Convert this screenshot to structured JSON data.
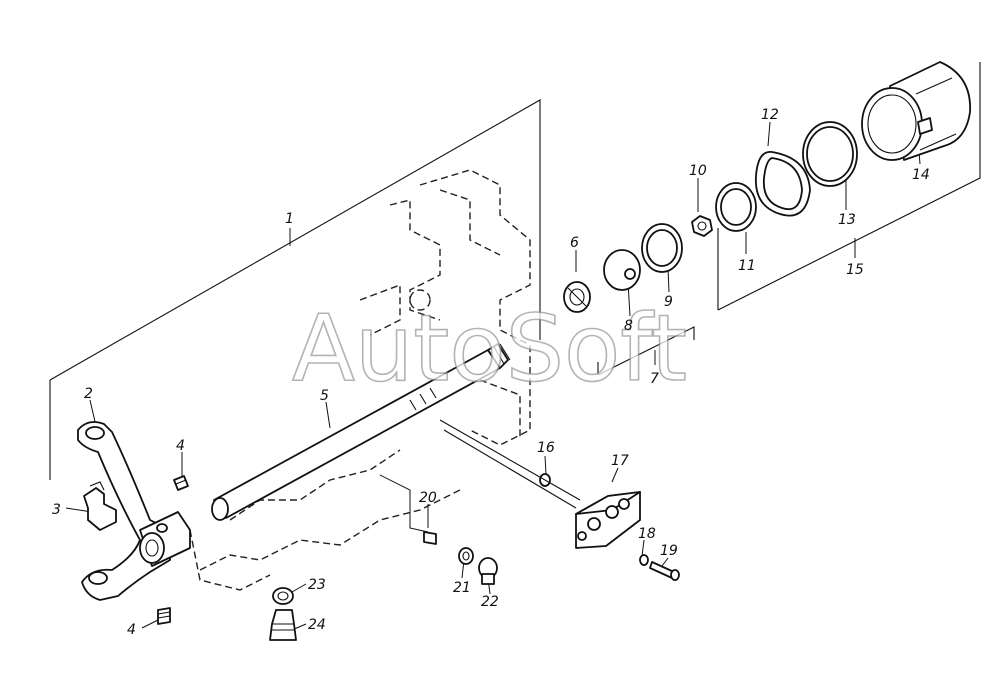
{
  "watermark": "AutoSoft",
  "callouts": [
    {
      "id": "c1",
      "text": "1"
    },
    {
      "id": "c2",
      "text": "2"
    },
    {
      "id": "c3",
      "text": "3"
    },
    {
      "id": "c4a",
      "text": "4"
    },
    {
      "id": "c4b",
      "text": "4"
    },
    {
      "id": "c5",
      "text": "5"
    },
    {
      "id": "c6",
      "text": "6"
    },
    {
      "id": "c7",
      "text": "7"
    },
    {
      "id": "c8",
      "text": "8"
    },
    {
      "id": "c9",
      "text": "9"
    },
    {
      "id": "c10",
      "text": "10"
    },
    {
      "id": "c11",
      "text": "11"
    },
    {
      "id": "c12",
      "text": "12"
    },
    {
      "id": "c13",
      "text": "13"
    },
    {
      "id": "c14",
      "text": "14"
    },
    {
      "id": "c15",
      "text": "15"
    },
    {
      "id": "c16",
      "text": "16"
    },
    {
      "id": "c17",
      "text": "17"
    },
    {
      "id": "c18",
      "text": "18"
    },
    {
      "id": "c19",
      "text": "19"
    },
    {
      "id": "c20",
      "text": "20"
    },
    {
      "id": "c21",
      "text": "21"
    },
    {
      "id": "c22",
      "text": "22"
    },
    {
      "id": "c23",
      "text": "23"
    },
    {
      "id": "c24",
      "text": "24"
    }
  ]
}
